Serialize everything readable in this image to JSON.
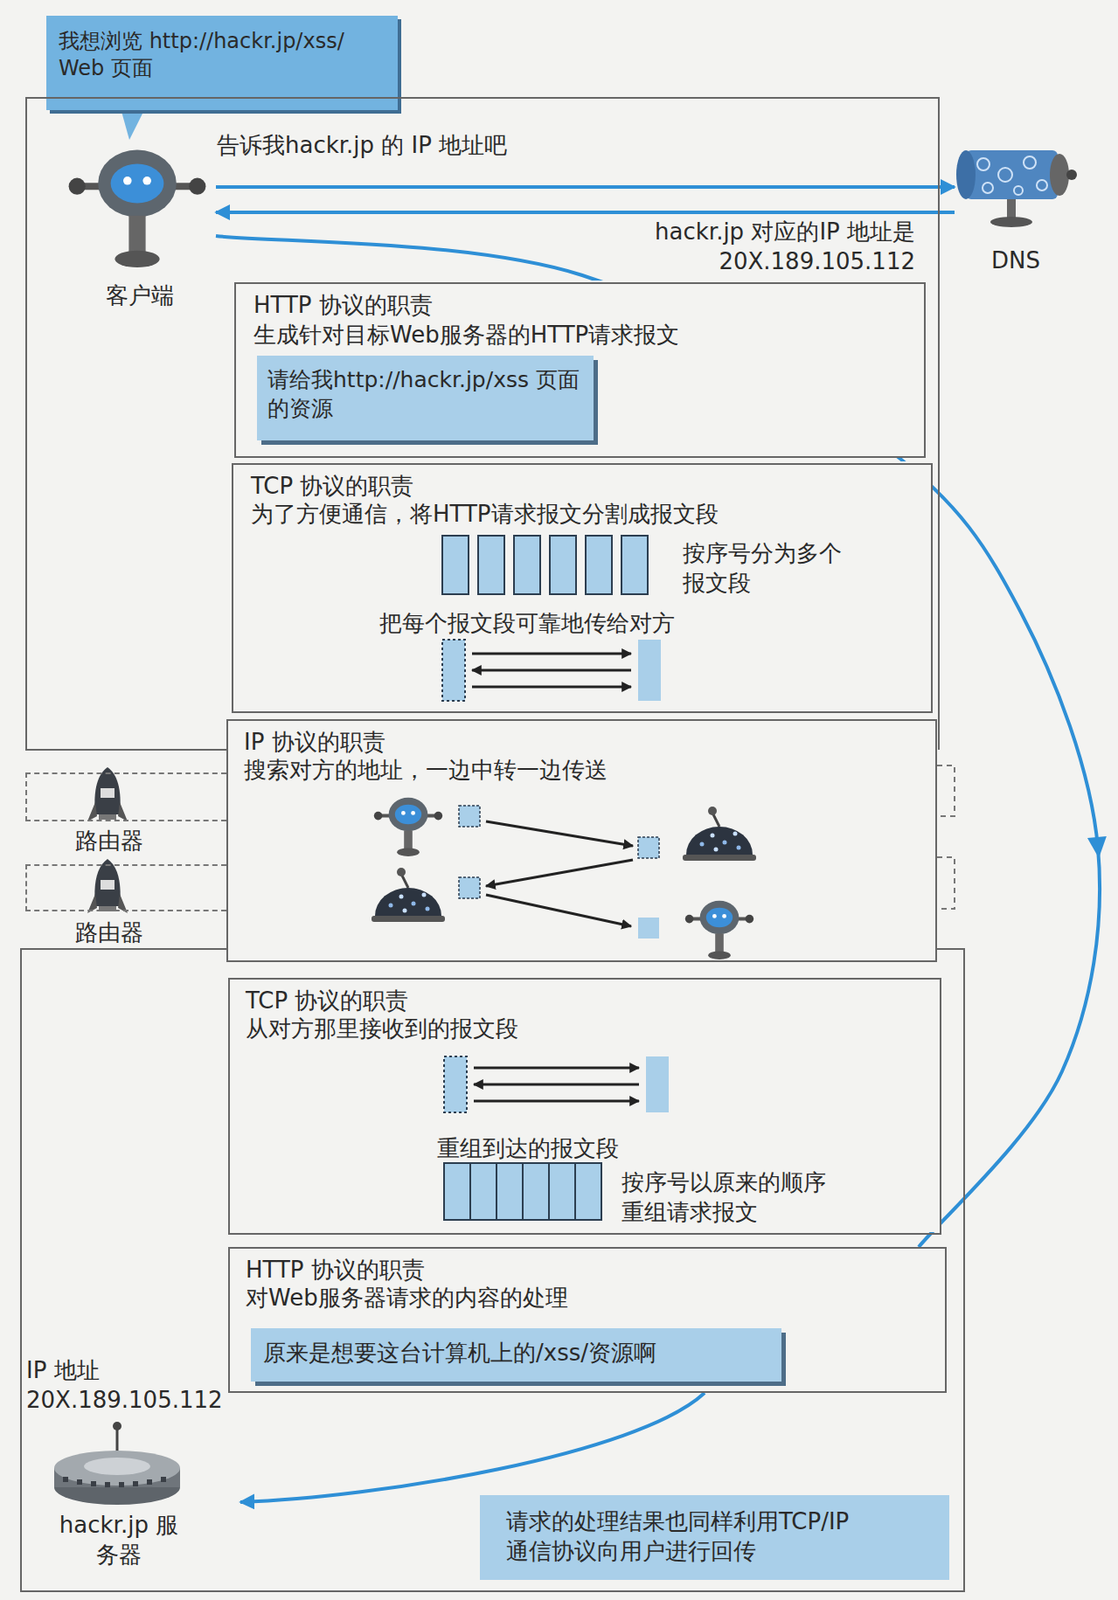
{
  "diagram": {
    "nodes": [
      {
        "text": [
          "我想浏览 http://hackr.jp/xss/ Web 页面"
        ]
      },
      {
        "text": []
      },
      {
        "text": [
          "客户端"
        ],
        "in": 1
      },
      {
        "text": [
          "DNS"
        ]
      },
      {
        "text": [
          "HTTP 协议的职责",
          "生成针对目标Web服务器的HTTP请求报文"
        ],
        "in": 1
      },
      {
        "text": [
          "请给我http://hackr.jp/xss 页面的资源"
        ],
        "in": 4
      },
      {
        "text": [
          "TCP 协议的职责",
          "为了方便通信，将HTTP请求报文分割成报文段",
          "按序号分为多个 报文段",
          "把每个报文段可靠地传给对方"
        ],
        "in": 1
      },
      {
        "text": [
          "IP 协议的职责",
          "搜索对方的地址，一边中转一边传送"
        ]
      },
      {
        "text": [
          "路由器"
        ]
      },
      {
        "text": [
          "路由器"
        ]
      },
      {
        "text": []
      },
      {
        "text": [
          "IP 地址 20X.189.105.112",
          "hackr.jp 服务器"
        ],
        "in": 10
      },
      {
        "text": [
          "TCP 协议的职责",
          "从对方那里接收到的报文段",
          "重组到达的报文段",
          "按序号以原来的顺序 重组请求报文"
        ],
        "in": 10
      },
      {
        "text": [
          "HTTP 协议的职责",
          "对Web服务器请求的内容的处理"
        ],
        "in": 10
      },
      {
        "text": [
          "原来是想要这台计算机上的/xss/资源啊"
        ],
        "in": 13
      },
      {
        "text": [
          "请求的处理结果也同样利用TCP/IP 通信协议向用户进行回传"
        ],
        "in": 10
      }
    ],
    "edges": [
      {
        "from": 2,
        "to": 3,
        "label": "告诉我hackr.jp 的 IP 地址吧",
        "arrow": "to"
      },
      {
        "from": 3,
        "to": 2,
        "label": "hackr.jp 对应的IP 地址是 20X.189.105.112",
        "arrow": "to"
      },
      {
        "from": 2,
        "to": 13,
        "arrow": "to"
      },
      {
        "from": 13,
        "to": 11,
        "arrow": "to"
      }
    ]
  }
}
